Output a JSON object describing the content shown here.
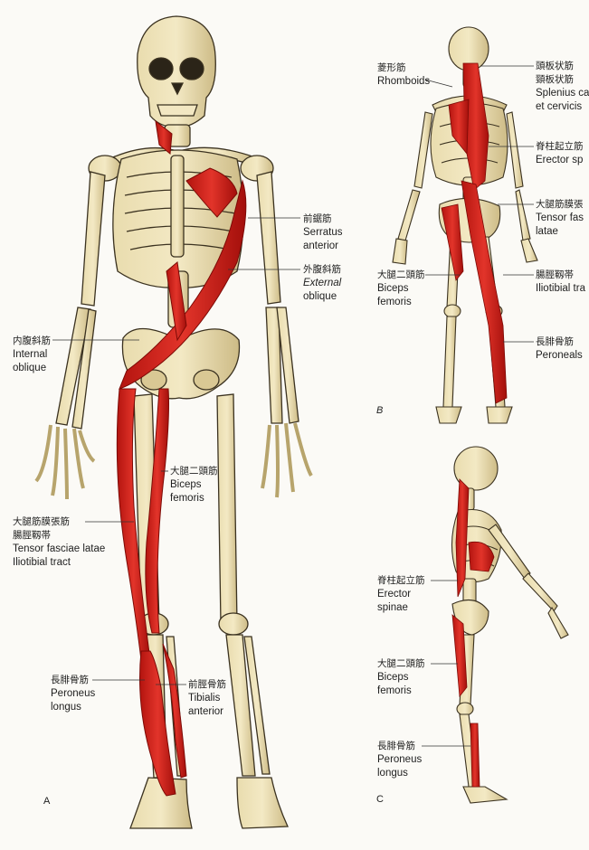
{
  "panels": {
    "a": "A",
    "b": "B",
    "c": "C"
  },
  "labels_a": [
    {
      "id": "serratus",
      "jp": "前鋸筋",
      "en": [
        "Serratus",
        "anterior"
      ]
    },
    {
      "id": "external-oblique",
      "jp": "外腹斜筋",
      "en": [
        "External",
        "oblique"
      ]
    },
    {
      "id": "internal-oblique",
      "jp": "内腹斜筋",
      "en": [
        "Internal",
        "oblique"
      ]
    },
    {
      "id": "biceps-a",
      "jp": "大腿二頭筋",
      "en": [
        "Biceps",
        "femoris"
      ]
    },
    {
      "id": "tfl-a",
      "jp": "大腿筋膜張筋",
      "jp2": "腸脛靱帯",
      "en": [
        "Tensor fasciae latae",
        "Iliotibial tract"
      ]
    },
    {
      "id": "peroneus-a",
      "jp": "長腓骨筋",
      "en": [
        "Peroneus",
        "longus"
      ]
    },
    {
      "id": "tibialis",
      "jp": "前脛骨筋",
      "en": [
        "Tibialis",
        "anterior"
      ]
    }
  ],
  "labels_b": [
    {
      "id": "rhomboids",
      "jp": "菱形筋",
      "en": [
        "Rhomboids"
      ]
    },
    {
      "id": "splenius",
      "jp": "頭板状筋",
      "jp2": "頸板状筋",
      "en": [
        "Splenius ca",
        "et cervicis"
      ]
    },
    {
      "id": "erector-b",
      "jp": "脊柱起立筋",
      "en": [
        "Erector sp"
      ]
    },
    {
      "id": "tfl-b",
      "jp": "大腿筋膜張",
      "en": [
        "Tensor fas",
        "latae"
      ]
    },
    {
      "id": "biceps-b",
      "jp": "大腿二頭筋",
      "en": [
        "Biceps",
        "femoris"
      ]
    },
    {
      "id": "iliotibial-b",
      "jp": "腸脛靱帯",
      "en": [
        "Iliotibial tra"
      ]
    },
    {
      "id": "peroneals-b",
      "jp": "長腓骨筋",
      "en": [
        "Peroneals"
      ]
    }
  ],
  "labels_c": [
    {
      "id": "erector-c",
      "jp": "脊柱起立筋",
      "en": [
        "Erector",
        "spinae"
      ]
    },
    {
      "id": "biceps-c",
      "jp": "大腿二頭筋",
      "en": [
        "Biceps",
        "femoris"
      ]
    },
    {
      "id": "peroneus-c",
      "jp": "長腓骨筋",
      "en": [
        "Peroneus",
        "longus"
      ]
    }
  ]
}
